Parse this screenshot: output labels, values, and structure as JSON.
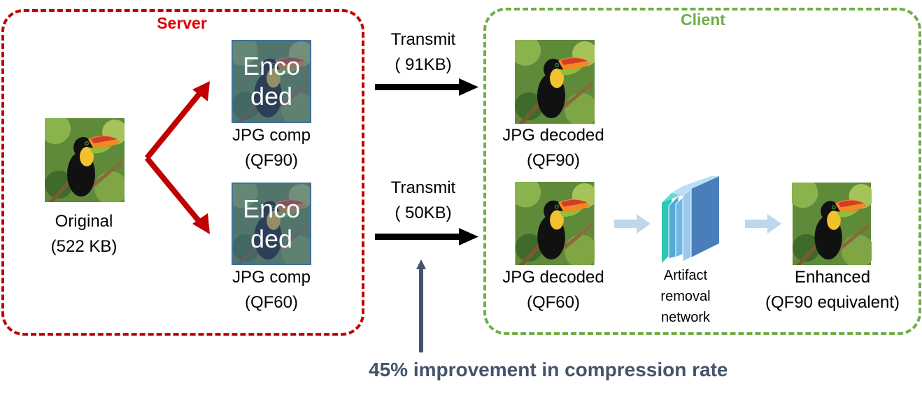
{
  "server": {
    "title": "Server",
    "color": "#c00000"
  },
  "client": {
    "title": "Client",
    "color": "#70ad47"
  },
  "original": {
    "line1": "Original",
    "line2": "(522 KB)"
  },
  "encoded_text": {
    "line1": "Enco",
    "line2": "ded"
  },
  "jpg_comp_90": {
    "line1": "JPG comp",
    "line2": "(QF90)"
  },
  "jpg_comp_60": {
    "line1": "JPG comp",
    "line2": "(QF60)"
  },
  "transmit_top": {
    "line1": "Transmit",
    "line2": "( 91KB)"
  },
  "transmit_bottom": {
    "line1": "Transmit",
    "line2": "( 50KB)"
  },
  "decoded_90": {
    "line1": "JPG decoded",
    "line2": "(QF90)"
  },
  "decoded_60": {
    "line1": "JPG decoded",
    "line2": "(QF60)"
  },
  "network": {
    "line1": "Artifact",
    "line2": "removal",
    "line3": "network"
  },
  "enhanced": {
    "line1": "Enhanced",
    "line2": "(QF90 equivalent)"
  },
  "footnote": {
    "text": "45% improvement in compression rate",
    "color": "#44546a"
  },
  "colors": {
    "split_arrow": "#c00000",
    "transmit_arrow": "#000000",
    "light_arrow": "#bdd7ee",
    "up_arrow": "#44546a",
    "network_front": "#4a7ebb",
    "network_back": "#2ec4b6"
  }
}
